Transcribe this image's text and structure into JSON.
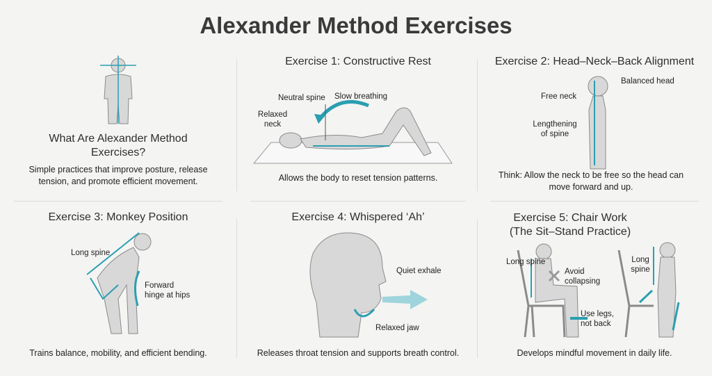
{
  "title": "Alexander Method Exercises",
  "colors": {
    "accent": "#2a9fb0",
    "figure": "#d8d8d8",
    "outline": "#8a8a8a"
  },
  "intro": {
    "heading": "What Are Alexander Method Exercises?",
    "caption": "Simple practices that improve posture, release tension, and promote efficient movement."
  },
  "ex1": {
    "heading": "Exercise 1: Constructive Rest",
    "labels": {
      "neutral_spine": "Neutral spine",
      "slow_breathing": "Slow breathing",
      "relaxed_neck": "Relaxed neck"
    },
    "caption": "Allows the body to reset tension patterns."
  },
  "ex2": {
    "heading": "Exercise 2: Head–Neck–Back Alignment",
    "labels": {
      "balanced_head": "Balanced head",
      "free_neck": "Free neck",
      "lengthening": "Lengthening of spine"
    },
    "caption": "Think: Allow the neck to be free so the head can move forward and up."
  },
  "ex3": {
    "heading": "Exercise 3: Monkey Position",
    "labels": {
      "long_spine": "Long spine",
      "forward_hinge": "Forward hinge at hips"
    },
    "caption": "Trains balance, mobility, and efficient bending."
  },
  "ex4": {
    "heading": "Exercise 4: Whispered ‘Ah’",
    "labels": {
      "quiet_exhale": "Quiet exhale",
      "relaxed_jaw": "Relaxed jaw"
    },
    "caption": "Releases throat tension and supports breath control."
  },
  "ex5": {
    "heading": "Exercise 5: Chair Work",
    "subheading": "(The Sit–Stand Practice)",
    "labels": {
      "long_spine_sit": "Long spine",
      "avoid": "Avoid collapsing",
      "use_legs": "Use legs, not back",
      "long_spine_stand": "Long spine"
    },
    "caption": "Develops mindful movement in daily life."
  }
}
